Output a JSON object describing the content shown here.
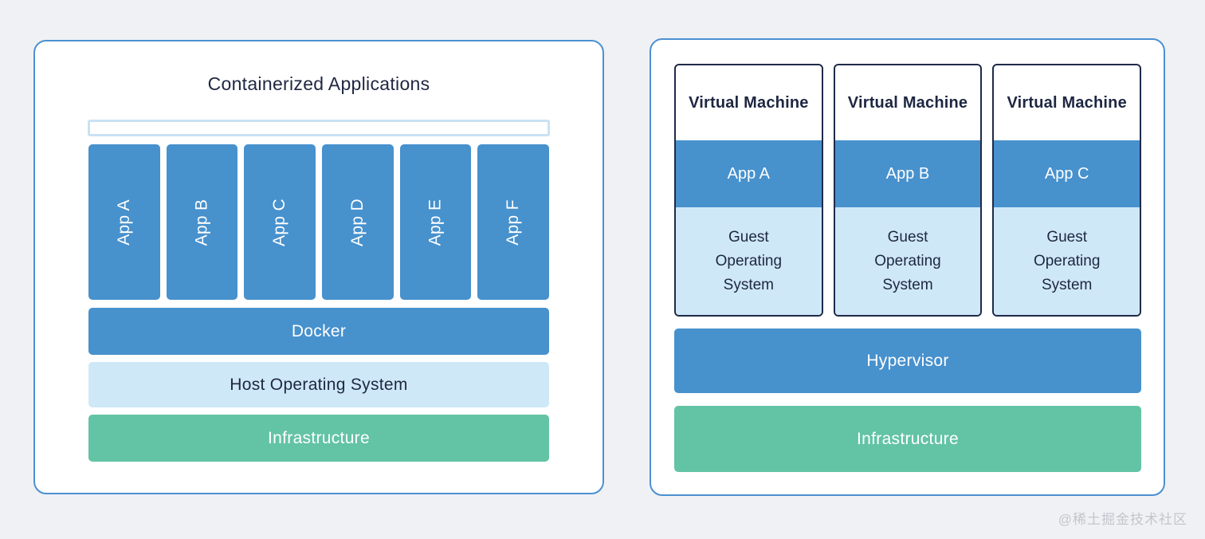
{
  "colors": {
    "blue": "#4791CD",
    "light_blue": "#CFE8F7",
    "green": "#63C3A5",
    "navy_text": "#1E2742",
    "panel_border": "#4B90D2",
    "vm_border": "#1E2A4A",
    "tray_border": "#C8E2F3",
    "background": "#F0F1F4"
  },
  "left_panel": {
    "title": "Containerized Applications",
    "apps": [
      "App A",
      "App B",
      "App C",
      "App D",
      "App E",
      "App F"
    ],
    "layers": {
      "docker": "Docker",
      "host_os": "Host Operating System",
      "infrastructure": "Infrastructure"
    }
  },
  "right_panel": {
    "machines": [
      {
        "title": "Virtual Machine",
        "app": "App A",
        "guest_os": "Guest Operating System"
      },
      {
        "title": "Virtual Machine",
        "app": "App B",
        "guest_os": "Guest Operating System"
      },
      {
        "title": "Virtual Machine",
        "app": "App C",
        "guest_os": "Guest Operating System"
      }
    ],
    "layers": {
      "hypervisor": "Hypervisor",
      "infrastructure": "Infrastructure"
    }
  },
  "watermark": "@稀土掘金技术社区"
}
